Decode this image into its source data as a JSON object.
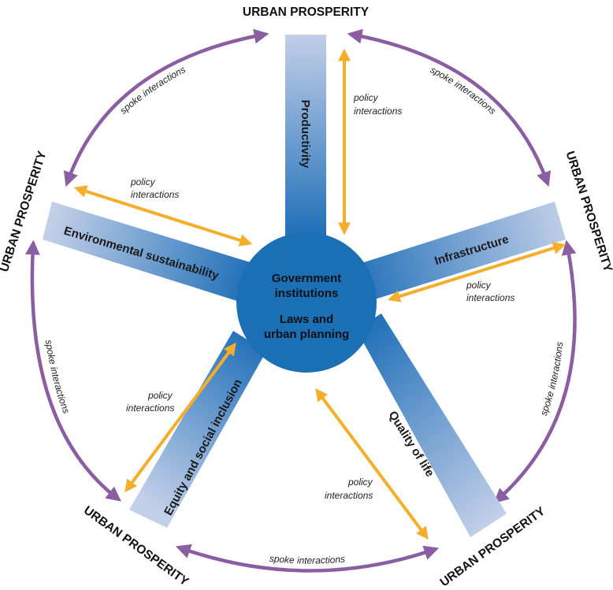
{
  "hub": {
    "line1": "Government",
    "line2": "institutions",
    "line3": "Laws and",
    "line4": "urban planning"
  },
  "spokes": {
    "productivity": "Productivity",
    "infrastructure": "Infrastructure",
    "quality_of_life": "Quality of life",
    "equity": "Equity and social inclusion",
    "environment": "Environmental sustainability"
  },
  "ring_labels": {
    "top": "URBAN PROSPERITY",
    "right": "URBAN PROSPERITY",
    "bottom_right": "URBAN PROSPERITY",
    "bottom_left": "URBAN PROSPERITY",
    "left": "URBAN PROSPERITY"
  },
  "arc_labels": {
    "top_right": "spoke interactions",
    "top_left": "spoke interactions",
    "left": "spoke interactions",
    "bottom": "spoke interactions",
    "right": "spoke interactions"
  },
  "policy": {
    "word1": "policy",
    "word2": "interactions"
  },
  "colors": {
    "arc": "#8b5ea3",
    "policy_arrow": "#f5ae2a",
    "spoke_dark": "#1f6fb8",
    "spoke_light": "#c2cfe8",
    "hub": "#1b6fb4"
  }
}
